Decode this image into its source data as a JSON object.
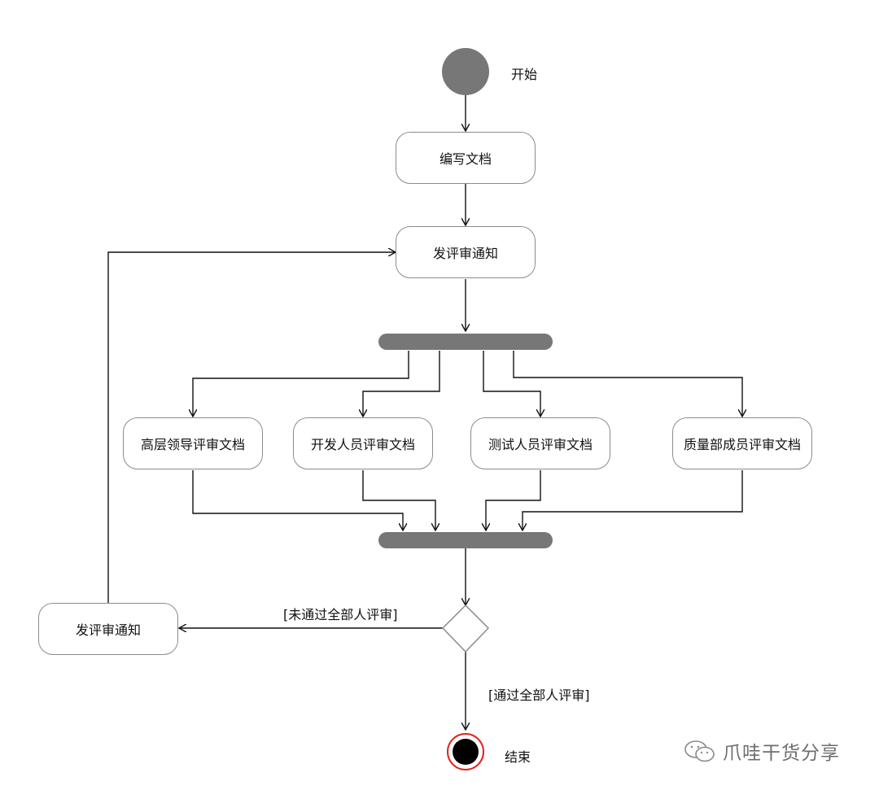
{
  "diagram": {
    "start_label": "开始",
    "end_label": "结束",
    "write_doc": "编写文档",
    "send_notice": "发评审通知",
    "reviews": [
      "高层领导评审文档",
      "开发人员评审文档",
      "测试人员评审文档",
      "质量部成员评审文档"
    ],
    "resend_notice": "发评审通知",
    "guard_fail": "[未通过全部人评审]",
    "guard_pass": "[通过全部人评审]"
  },
  "watermark": {
    "text": "爪哇干货分享"
  },
  "colors": {
    "line": "#111111",
    "node_border": "#8c8c8c",
    "bar": "#777777",
    "start": "#777777",
    "end_ring": "#e0241b"
  }
}
